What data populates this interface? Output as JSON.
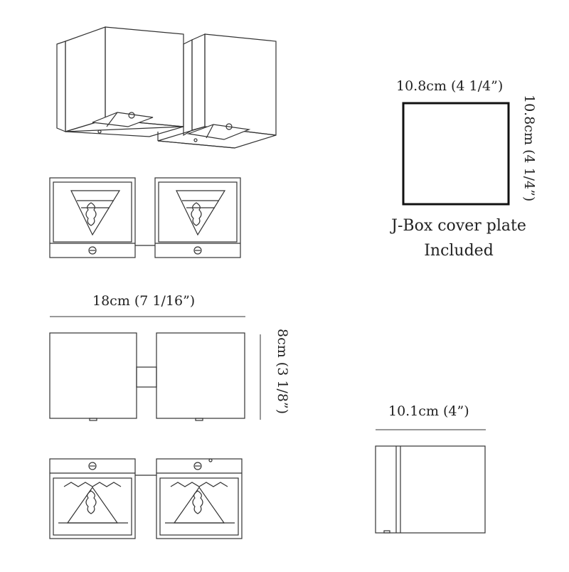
{
  "dimensions": {
    "plate_width": "10.8cm (4 1/4”)",
    "plate_height": "10.8cm (4 1/4”)",
    "front_width": "18cm (7 1/16”)",
    "front_height": "8cm (3 1/8”)",
    "side_width": "10.1cm (4”)"
  },
  "notes": {
    "plate_line1": "J-Box cover plate",
    "plate_line2": "Included"
  },
  "colors": {
    "line": "#333333",
    "plate_border": "#111111",
    "text": "#222222"
  }
}
